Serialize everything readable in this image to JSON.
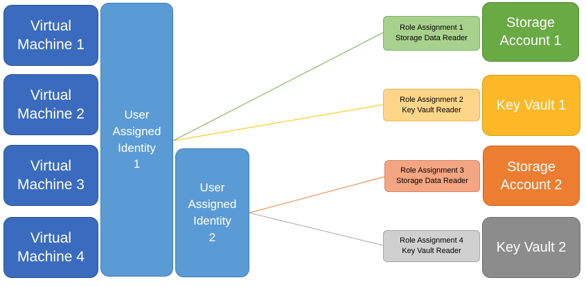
{
  "virtual_machines": [
    {
      "label": "Virtual\nMachine  1"
    },
    {
      "label": "Virtual\nMachine  2"
    },
    {
      "label": "Virtual\nMachine  3"
    },
    {
      "label": "Virtual\nMachine  4"
    }
  ],
  "identities": [
    {
      "label": "User\nAssigned\nIdentity\n1"
    },
    {
      "label": "User\nAssigned\nIdentity\n2"
    }
  ],
  "role_assignments": [
    {
      "label": "Role Assignment 1\nStorage Data Reader",
      "color": "#a9d18e",
      "border": "#7fae63"
    },
    {
      "label": "Role Assignment 2\nKey Vault Reader",
      "color": "#ffd58a",
      "border": "#e8b35a"
    },
    {
      "label": "Role Assignment 3\nStorage Data Reader",
      "color": "#f4a582",
      "border": "#d8835f"
    },
    {
      "label": "Role Assignment 4\nKey Vault Reader",
      "color": "#d0d0d0",
      "border": "#a6a6a6"
    }
  ],
  "resources": [
    {
      "label": "Storage\nAccount 1",
      "color": "#6aaa45",
      "border": "#4e8a30"
    },
    {
      "label": "Key Vault 1",
      "color": "#fdb827",
      "border": "#d89a10"
    },
    {
      "label": "Storage\nAccount 2",
      "color": "#ed7d31",
      "border": "#c8621d"
    },
    {
      "label": "Key Vault 2",
      "color": "#8c8c8c",
      "border": "#6e6e6e"
    }
  ],
  "connections": [
    {
      "from": "identity-1",
      "to": "role-assignment-1",
      "color": "#70ad47"
    },
    {
      "from": "identity-1",
      "to": "role-assignment-2",
      "color": "#ffc000"
    },
    {
      "from": "identity-2",
      "to": "role-assignment-3",
      "color": "#ed7d31"
    },
    {
      "from": "identity-2",
      "to": "role-assignment-4",
      "color": "#a5a5a5"
    }
  ]
}
